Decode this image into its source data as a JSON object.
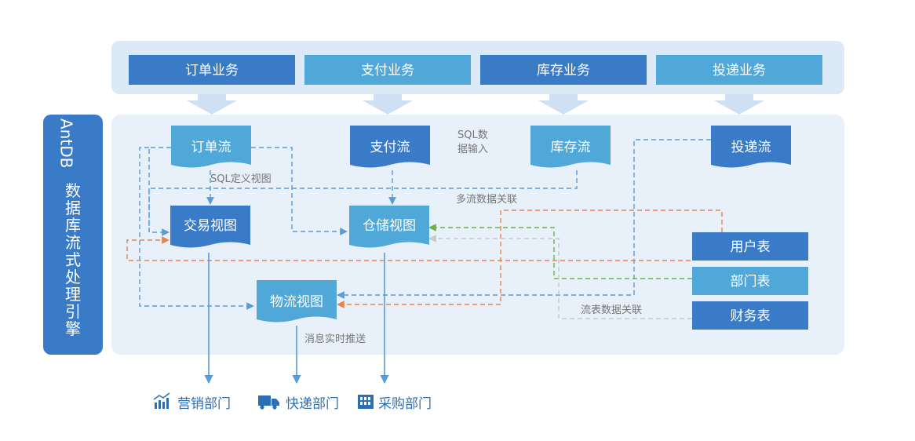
{
  "engine_label": {
    "latin": "AntDB",
    "cjk": [
      "数",
      "据",
      "库",
      "流",
      "式",
      "处",
      "理",
      "引",
      "擎"
    ]
  },
  "business": [
    "订单业务",
    "支付业务",
    "库存业务",
    "投递业务"
  ],
  "streams": [
    "订单流",
    "支付流",
    "库存流",
    "投递流"
  ],
  "views": {
    "trade": "交易视图",
    "warehouse": "仓储视图",
    "logistics": "物流视图"
  },
  "tables": [
    "用户表",
    "部门表",
    "财务表"
  ],
  "labels": {
    "sql_input_1": "SQL数",
    "sql_input_2": "据输入",
    "sql_view": "SQL定义视图",
    "multi_stream": "多流数据关联",
    "stream_table": "流表数据关联",
    "push": "消息实时推送"
  },
  "departments": [
    "营销部门",
    "快递部门",
    "采购部门"
  ],
  "colors": {
    "dark_blue": "#3a7bc8",
    "light_blue": "#4fa8d8",
    "panel": "#e8f0f9",
    "top_band": "#dce9f7",
    "arrow_blue": "#5b9bd5",
    "orange": "#e8834a",
    "green": "#6cb33e",
    "gray": "#c8c8c8"
  }
}
